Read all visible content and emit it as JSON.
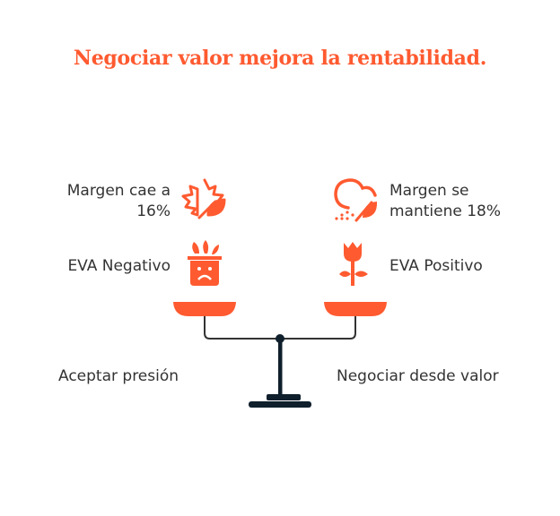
{
  "title": "Negociar valor mejora la rentabilidad.",
  "left": {
    "margin": "Margen cae a 16%",
    "margin_line1": "Margen cae a",
    "margin_line2": "16%",
    "eva": "EVA Negativo",
    "option": "Aceptar presión",
    "icons": [
      "maple-leaf-icon",
      "sad-plant-pot-icon"
    ]
  },
  "right": {
    "margin": "Margen se mantiene 18%",
    "margin_line1": "Margen se",
    "margin_line2": "mantiene 18%",
    "eva": "EVA Positivo",
    "option": "Negociar desde valor",
    "icons": [
      "cloud-rain-leaf-icon",
      "tulip-icon"
    ]
  },
  "colors": {
    "accent": "#ff5a30",
    "dark": "#0f1f2c",
    "string": "#333333"
  }
}
